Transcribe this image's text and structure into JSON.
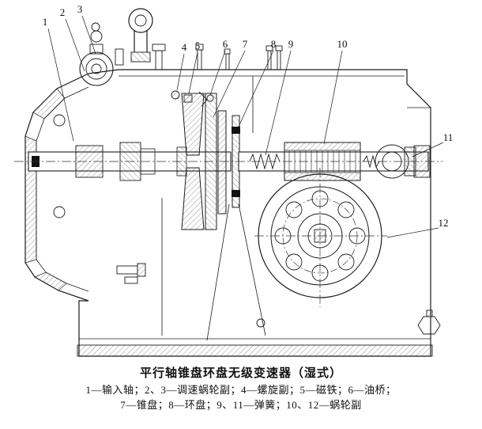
{
  "figure": {
    "callouts": [
      {
        "label": "1"
      },
      {
        "label": "2"
      },
      {
        "label": "3"
      },
      {
        "label": "4"
      },
      {
        "label": "5"
      },
      {
        "label": "6"
      },
      {
        "label": "7"
      },
      {
        "label": "8"
      },
      {
        "label": "9"
      },
      {
        "label": "10"
      },
      {
        "label": "11"
      },
      {
        "label": "12"
      }
    ],
    "caption": {
      "title": "平行轴锥盘环盘无级变速器（湿式）",
      "legend_line1": "1—输入轴；2、3—调速蜗轮副；4—螺旋副；5—磁铁；6—油桥；",
      "legend_line2": "7—锥盘；8—环盘；9、11—弹簧；10、12—蜗轮副"
    }
  }
}
